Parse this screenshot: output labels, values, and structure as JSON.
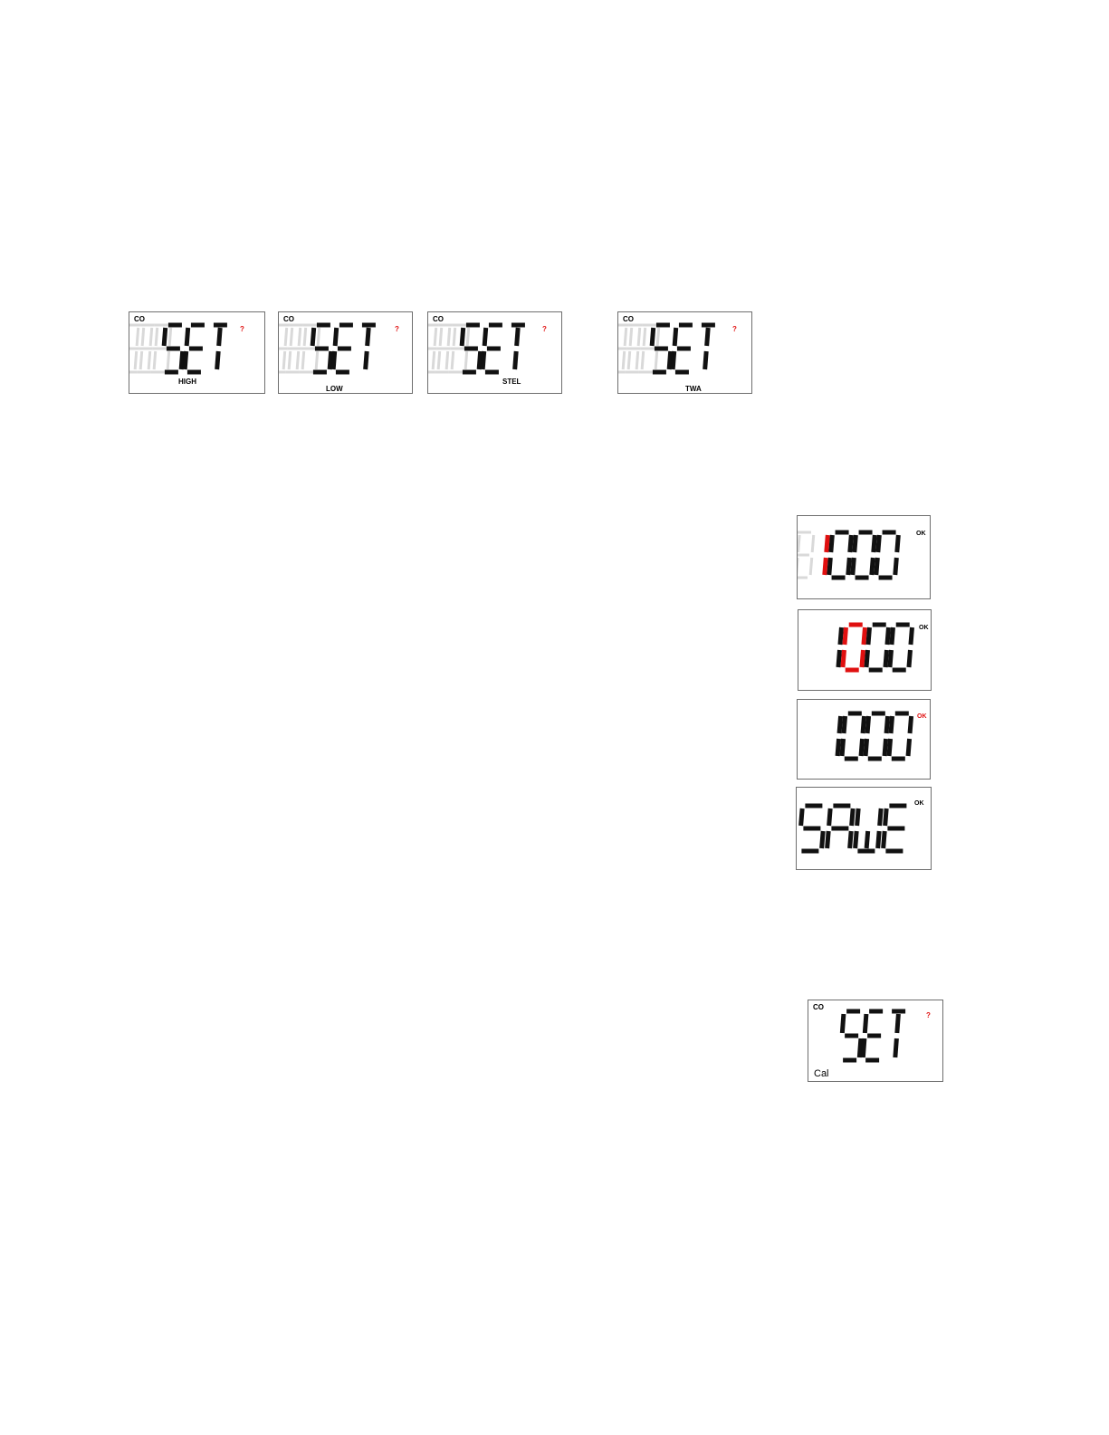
{
  "set_screens": [
    {
      "gas": "CO",
      "text": "SET",
      "indicator": "?",
      "mode": "HIGH"
    },
    {
      "gas": "CO",
      "text": "SET",
      "indicator": "?",
      "mode": "LOW"
    },
    {
      "gas": "CO",
      "text": "SET",
      "indicator": "?",
      "mode": "STEL"
    },
    {
      "gas": "CO",
      "text": "SET",
      "indicator": "?",
      "mode": "TWA"
    }
  ],
  "edit_screens": [
    {
      "value": "1000",
      "ok": "OK",
      "highlight_digit": 1,
      "ok_highlight": false
    },
    {
      "value": "1000",
      "ok": "OK",
      "highlight_digit": 2,
      "ok_highlight": false
    },
    {
      "value": "1000",
      "ok": "OK",
      "highlight_digit": 0,
      "ok_highlight": true
    },
    {
      "value": "SAVE",
      "ok": "OK",
      "highlight_digit": 0,
      "ok_highlight": false
    }
  ],
  "cal_screen": {
    "gas": "CO",
    "text": "SET",
    "indicator": "?",
    "mode": "Cal"
  },
  "colors": {
    "segment": "#111111",
    "highlight": "#e01010",
    "ghost": "#d9d9d9",
    "border": "#6e6e6e"
  }
}
